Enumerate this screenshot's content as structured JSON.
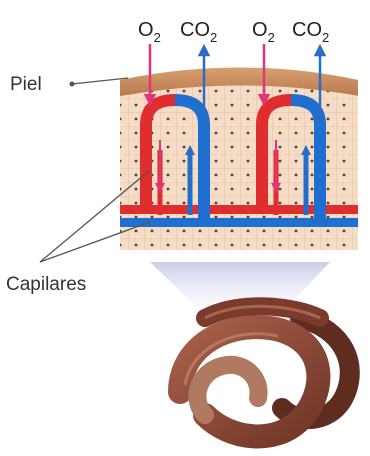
{
  "labels": {
    "skin": "Piel",
    "capillaries": "Capilares",
    "gases": [
      {
        "base": "O",
        "sub": "2"
      },
      {
        "base": "CO",
        "sub": "2"
      },
      {
        "base": "O",
        "sub": "2"
      },
      {
        "base": "CO",
        "sub": "2"
      }
    ]
  },
  "colors": {
    "oxygen_arrow": "#e2347a",
    "co2_arrow": "#2b6cc4",
    "artery": "#e02d2d",
    "vein": "#1f6fd1",
    "skin": "#c98a5d",
    "tissue": "#f3d9c2",
    "worm": "#8a4a38"
  }
}
